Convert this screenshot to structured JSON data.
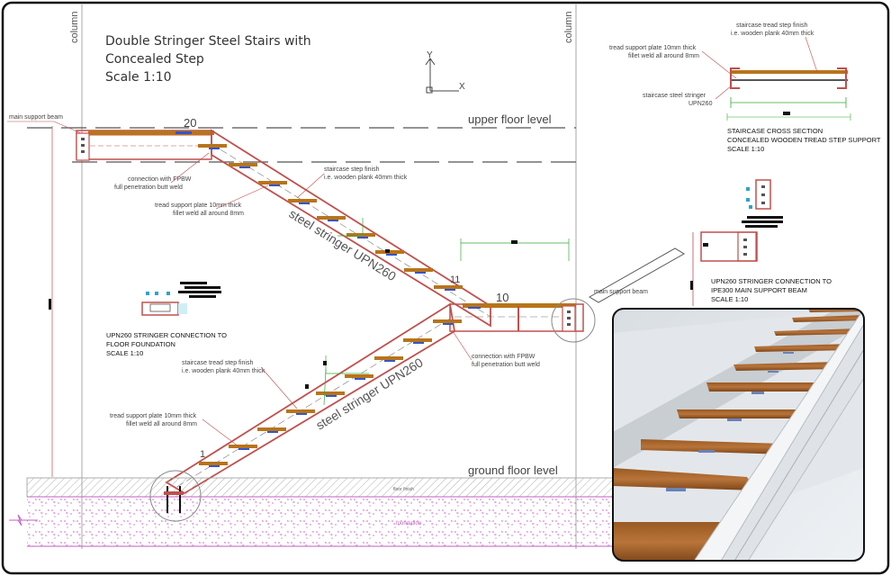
{
  "title": {
    "line1": "Double Stringer Steel Stairs with",
    "line2": "Concealed Step",
    "line3": "Scale 1:10"
  },
  "column_labels": {
    "left": "column",
    "right": "column"
  },
  "axes": {
    "y": "Y",
    "x": "X"
  },
  "levels": {
    "upper": "upper floor level",
    "ground": "ground floor level"
  },
  "step_numbers": {
    "top": "20",
    "mid_upper": "11",
    "landing": "10",
    "bottom": "1"
  },
  "stringer_labels": {
    "upper": "steel stringer UPN260",
    "lower": "steel stringer UPN260"
  },
  "notes": {
    "main_beam_left": "main support beam",
    "main_beam_right": "main support beam",
    "fpbw_upper_1": "connection with FPBW",
    "fpbw_upper_2": "full penetration butt weld",
    "plate_upper_1": "tread support plate 10mm thick",
    "plate_upper_2": "fillet weld all around 8mm",
    "finish_upper_1": "staircase step finish",
    "finish_upper_2": "i.e. wooden plank 40mm thick",
    "fpbw_lower_1": "connection with FPBW",
    "fpbw_lower_2": "full penetration butt weld",
    "finish_lower_1": "staircase tread step finish",
    "finish_lower_2": "i.e. wooden plank 40mm thick",
    "plate_lower_1": "tread support plate 10mm thick",
    "plate_lower_2": "fillet weld all around 8mm",
    "floor_finish": "floor finish",
    "foundation": "foundation"
  },
  "foundation_detail": {
    "line1": "UPN260 STRINGER CONNECTION TO",
    "line2": "FLOOR FOUNDATION",
    "line3": "SCALE 1:10"
  },
  "cross_section": {
    "finish_1": "staircase tread step finish",
    "finish_2": "i.e. wooden plank 40mm thick",
    "plate_1": "tread support plate 10mm thick",
    "plate_2": "fillet weld all around 8mm",
    "stringer_1": "staircase steel stringer",
    "stringer_2": "UPN260",
    "title_1": "STAIRCASE CROSS SECTION",
    "title_2": "CONCEALED WOODEN TREAD STEP SUPPORT",
    "title_3": "SCALE 1:10"
  },
  "beam_detail": {
    "line1": "UPN260 STRINGER CONNECTION TO",
    "line2": "IPE300 MAIN SUPPORT BEAM",
    "line3": "SCALE 1:10"
  },
  "colors": {
    "stringer": "#c0504d",
    "wood": "#b8741a",
    "plate": "#3355cc",
    "foundation_dots": "#d15bd1",
    "hatch": "#888888"
  }
}
